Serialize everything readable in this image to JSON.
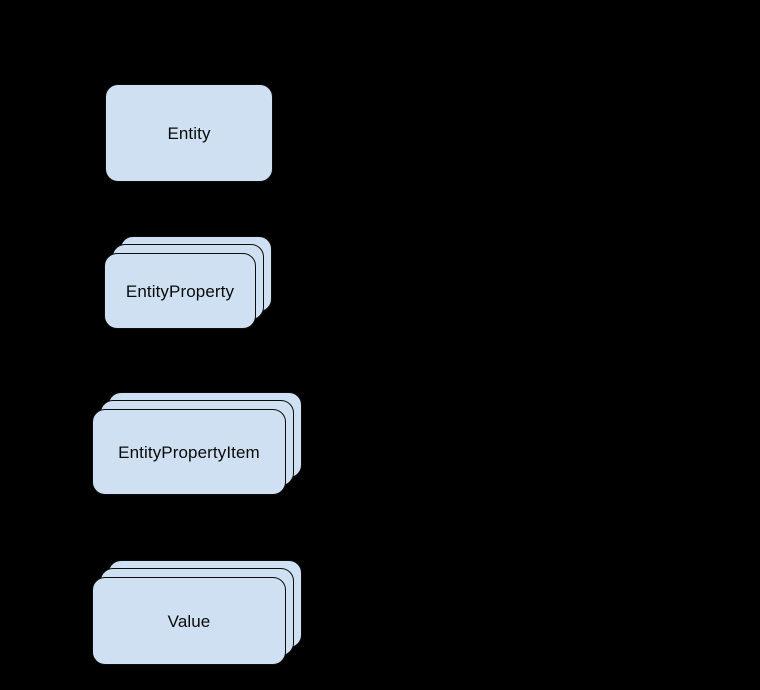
{
  "diagram": {
    "background_color": "#000000",
    "node_fill_color": "#cfe0f2",
    "node_stroke_color": "#0d0d0d",
    "label_color": "#0a0a0a",
    "nodes": [
      {
        "id": "entity",
        "label": "Entity",
        "shape": "rounded-rectangle",
        "stack_count": 1
      },
      {
        "id": "entity-property",
        "label": "EntityProperty",
        "shape": "rounded-rectangle-stack",
        "stack_count": 3
      },
      {
        "id": "entity-property-item",
        "label": "EntityPropertyItem",
        "shape": "rounded-rectangle-stack",
        "stack_count": 3
      },
      {
        "id": "value",
        "label": "Value",
        "shape": "rounded-rectangle-stack",
        "stack_count": 3
      }
    ]
  }
}
